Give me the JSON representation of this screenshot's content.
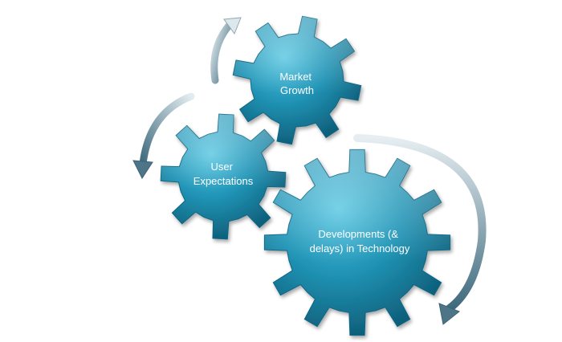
{
  "gears": [
    {
      "id": "market-growth",
      "lines": [
        "Market",
        "Growth"
      ]
    },
    {
      "id": "user-expectations",
      "lines": [
        "User",
        "Expectations"
      ]
    },
    {
      "id": "technology",
      "lines": [
        "Developments (&",
        "delays) in Technology"
      ]
    }
  ],
  "colors": {
    "gear_highlight": "#4fc0dc",
    "gear_mid": "#1c8fb1",
    "gear_shadow": "#0c5a74",
    "arrow_light": "#d6e4ea",
    "arrow_dark": "#4d7485",
    "label": "#ffffff"
  }
}
